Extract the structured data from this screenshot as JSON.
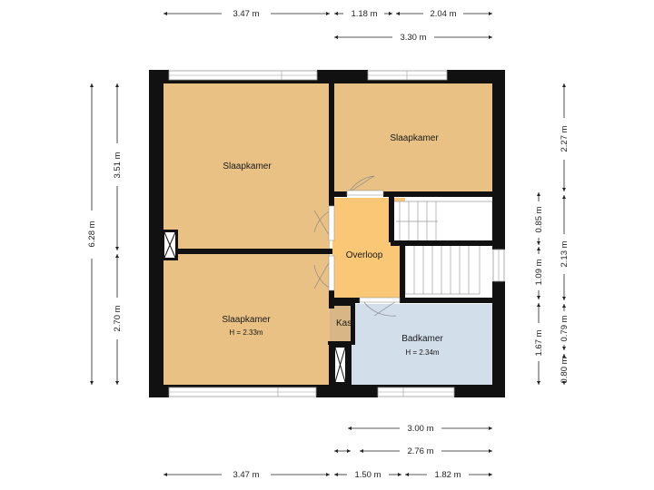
{
  "rooms": {
    "bedroom_top_left": {
      "name": "Slaapkamer"
    },
    "bedroom_top_right": {
      "name": "Slaapkamer"
    },
    "bedroom_bottom_left": {
      "name": "Slaapkamer",
      "height": "H = 2.33m"
    },
    "landing": {
      "name": "Overloop"
    },
    "closet": {
      "name": "Kast"
    },
    "bathroom": {
      "name": "Badkamer",
      "height": "H = 2.34m"
    }
  },
  "dimensions": {
    "top_row1": [
      "3.47 m",
      "1.18 m",
      "2.04 m"
    ],
    "top_row2": [
      "3.30 m"
    ],
    "left_outer": "6.28 m",
    "left_inner": [
      "3.51 m",
      "2.70 m"
    ],
    "right_inner": [
      "0.85 m",
      "1.09 m",
      "1.67 m",
      "0.80 m"
    ],
    "right_outer": [
      "2.27 m",
      "2.13 m",
      "0.79 m"
    ],
    "bottom_row1": [
      "3.00 m"
    ],
    "bottom_row2": [
      "2.76 m"
    ],
    "bottom_row3": [
      "3.47 m",
      "1.50 m",
      "1.82 m"
    ]
  },
  "colors": {
    "bedroom": "#e9c184",
    "landing": "#f9c776",
    "bathroom": "#d3deeb",
    "closet": "#d8b685",
    "wall": "#111111"
  }
}
